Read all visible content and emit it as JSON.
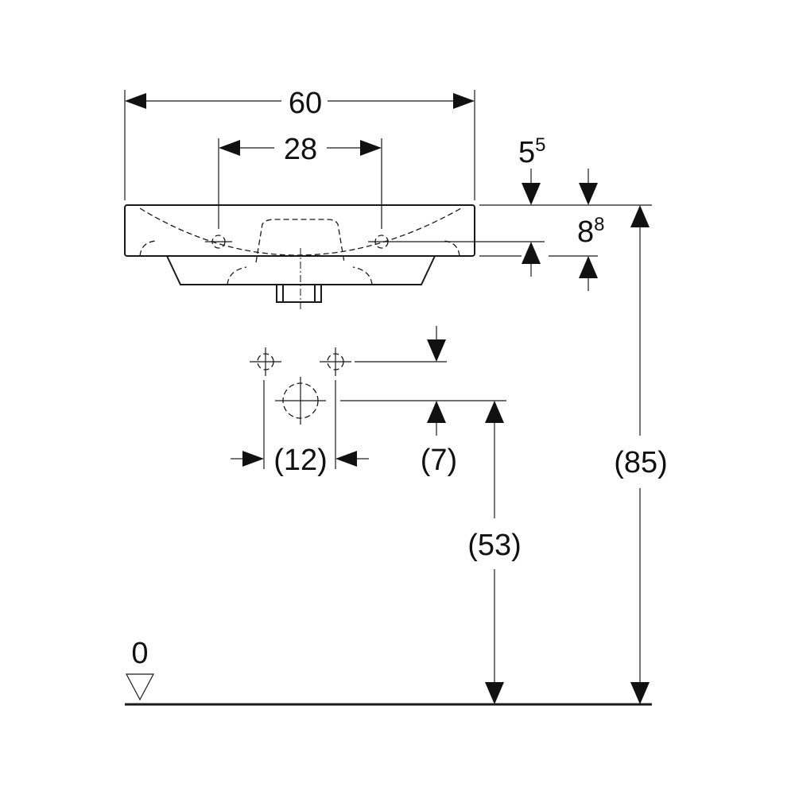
{
  "dimensions": {
    "total_width": "60",
    "tap_hole_spacing": "28",
    "rim_offset_base": "5",
    "rim_offset_sup": "5",
    "rim_height_base": "8",
    "rim_height_sup": "8",
    "connection_spacing": "(12)",
    "connection_offset": "(7)",
    "drain_height": "(53)",
    "rim_level_height": "(85)"
  },
  "floor_level_label": "0"
}
